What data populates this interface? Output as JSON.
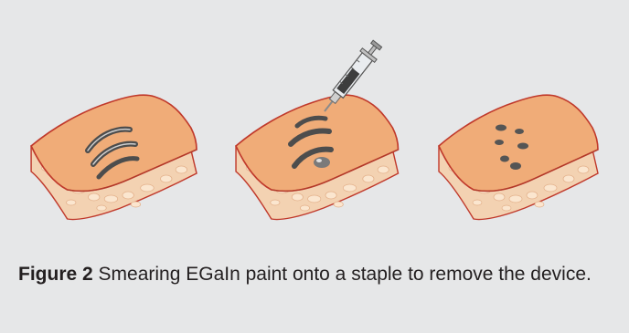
{
  "figure": {
    "label": "Figure 2",
    "caption": " Smearing EGaIn paint onto a staple to remove the device."
  },
  "colors": {
    "background": "#e6e7e8",
    "tissue_top": "#f0ac78",
    "tissue_side": "#f3d2b2",
    "tissue_outline": "#c0392b",
    "staple": "#5a5a5a",
    "text": "#231f20"
  },
  "icons": [
    "tissue-block",
    "staple",
    "syringe",
    "metal-droplet"
  ]
}
